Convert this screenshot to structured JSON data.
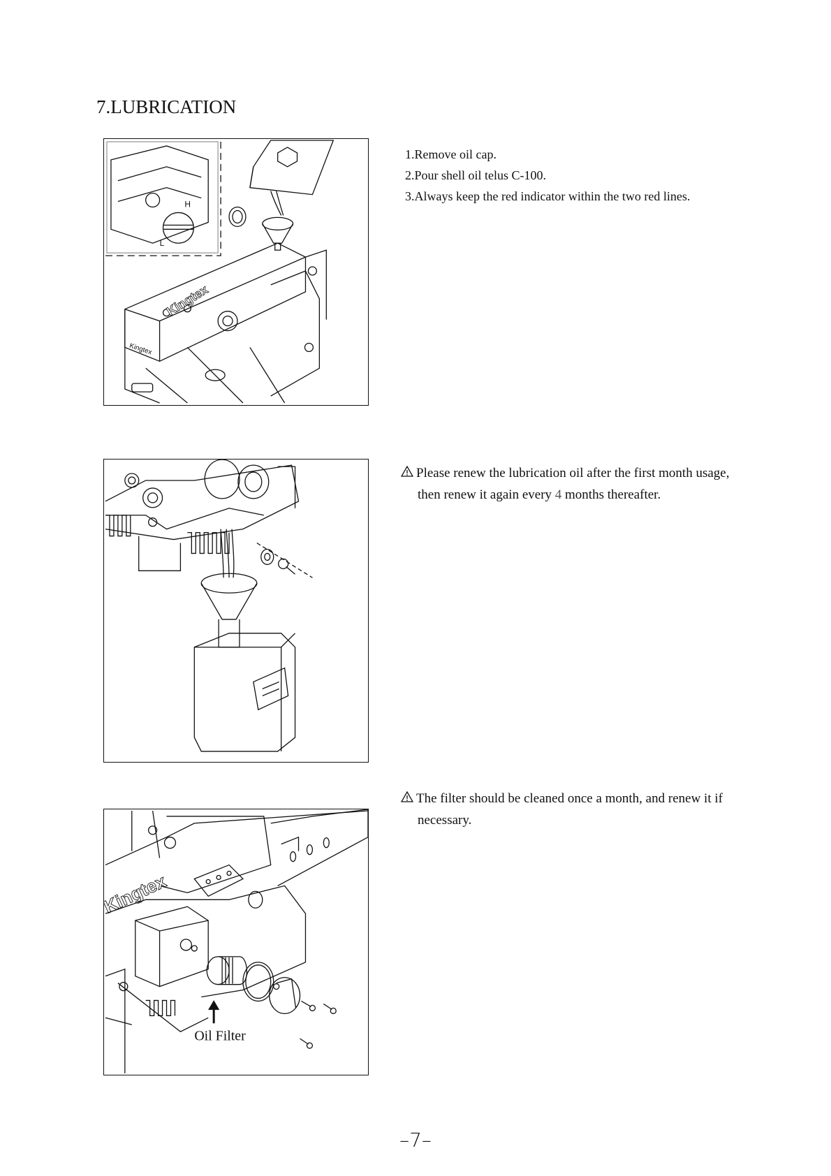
{
  "section": {
    "title": "7.LUBRICATION"
  },
  "steps": [
    "1.Remove oil cap.",
    "2.Pour shell oil telus C-100.",
    "3.Always keep the red indicator within the two red lines."
  ],
  "notes": {
    "renew_oil": {
      "icon": "warning-triangle-icon",
      "line1": "Please renew the lubrication oil after the first month usage,",
      "line2_pre": "then renew it again every ",
      "line2_num": "4",
      "line2_post": " months thereafter."
    },
    "filter": {
      "icon": "warning-triangle-icon",
      "line1": "The filter should be cleaned once a month, and renew it if",
      "line2": "necessary."
    }
  },
  "figures": {
    "fig1": {
      "label_h": "H",
      "label_l": "L",
      "brand1": "Kingtex",
      "brand2": "Kingtex"
    },
    "fig3": {
      "brand": "Kingtex",
      "callout": "Oil Filter"
    }
  },
  "page": {
    "number": "–7–"
  }
}
